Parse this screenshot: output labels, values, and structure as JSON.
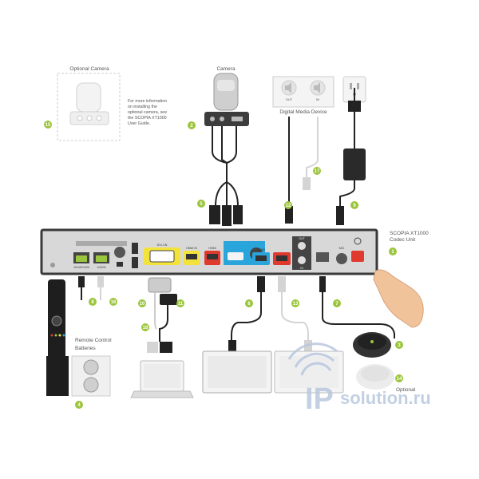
{
  "labels": {
    "optional_camera": "Optional Camera",
    "optional_camera_note": [
      "For more information",
      "on installing the",
      "optional camera, see",
      "the SCOPIA XT1000",
      "User Guide."
    ],
    "camera": "Camera",
    "digital_media_device": "Digital Media Device",
    "dmd_out": "OUT",
    "dmd_in": "IN",
    "codec_unit_line1": "SCOPIA XT1000",
    "codec_unit_line2": "Codec Unit",
    "remote_control": "Remote Control",
    "batteries": "Batteries",
    "optional": "Optional",
    "watermark_main": "IP",
    "watermark_rest": "solution.ru"
  },
  "port_labels": {
    "lan": "10/100/1000",
    "lan2": "10/100",
    "dvi": "DVI-I IN",
    "hdmi_in1": "HDMI IN",
    "hdmi_in2": "HDMI",
    "hdmi_out": "HDMI",
    "audio_in": "IN",
    "audio_out": "OUT",
    "mic": "MIC"
  },
  "badges": {
    "cable_camera": "5",
    "camera": "2",
    "optional_camera": "15",
    "dmd_cable": "12",
    "dmd_cable2": "17",
    "power": "9",
    "codec": "1",
    "usb_cable": "8",
    "usb_cable2": "16",
    "vga_adapter": "10",
    "dvi_cable": "11",
    "pc_adapter": "18",
    "monitor_cable": "6",
    "monitor2_cable": "13",
    "mic_cable": "7",
    "microphone": "3",
    "optional_mic": "14",
    "remote": "4"
  },
  "colors": {
    "badge": "#9bc53d",
    "accent_blue": "#2aa5dc",
    "accent_yellow": "#f2e23a",
    "accent_red": "#e03a2f",
    "device_body": "#d8d8d8",
    "device_border": "#3a3a3a",
    "watermark": "#b9c8df"
  }
}
